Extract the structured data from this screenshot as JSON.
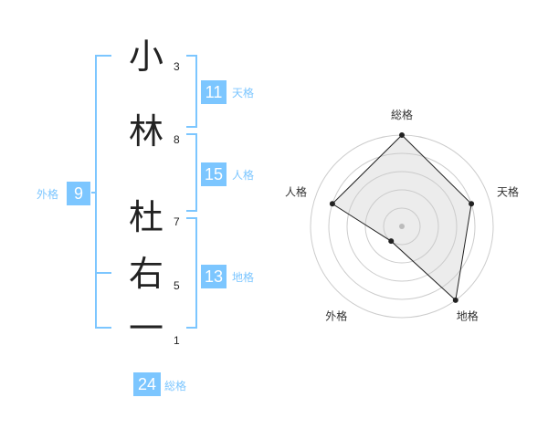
{
  "name": {
    "characters": [
      {
        "char": "小",
        "strokes": "3"
      },
      {
        "char": "林",
        "strokes": "8"
      },
      {
        "char": "杜",
        "strokes": "7"
      },
      {
        "char": "右",
        "strokes": "5"
      },
      {
        "char": "一",
        "strokes": "1"
      }
    ]
  },
  "kakusu": {
    "tenkaku": {
      "value": "11",
      "label": "天格"
    },
    "jinkaku": {
      "value": "15",
      "label": "人格"
    },
    "chikaku": {
      "value": "13",
      "label": "地格"
    },
    "gaikaku": {
      "value": "9",
      "label": "外格"
    },
    "soukaku": {
      "value": "24",
      "label": "総格"
    }
  },
  "colors": {
    "accent": "#7cc6ff",
    "text": "#222222",
    "radar_fill": "#eeeeee",
    "radar_ring": "#cccccc"
  },
  "chart_data": {
    "type": "radar",
    "axes": [
      "総格",
      "天格",
      "地格",
      "外格",
      "人格"
    ],
    "values": [
      5,
      4,
      5,
      1,
      4
    ],
    "max": 5,
    "rings": 5
  }
}
